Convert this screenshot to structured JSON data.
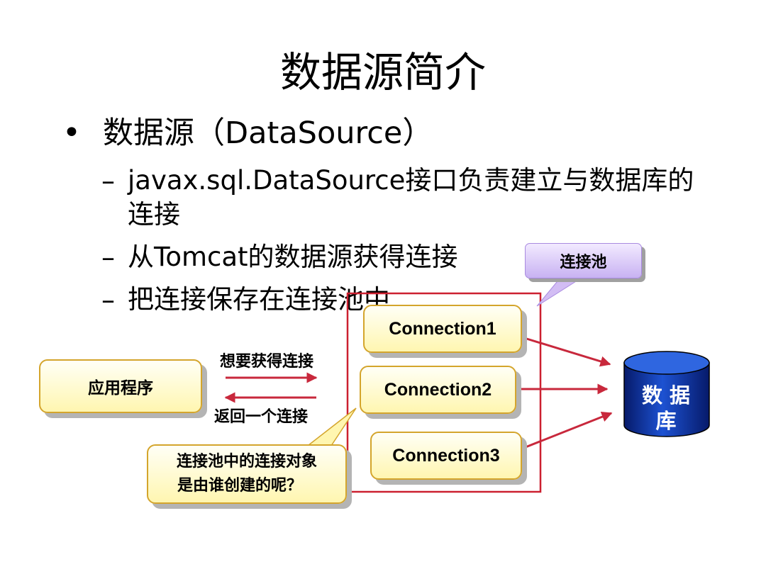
{
  "slide": {
    "title": "数据源简介",
    "bullet": {
      "symbol": "•",
      "text": "数据源（DataSource）"
    },
    "subbullets": {
      "dash": "–",
      "item1_line1": "javax.sql.DataSource接口负责建立与数据库的",
      "item1_line2": "连接",
      "item2": "从Tomcat的数据源获得连接",
      "item3": "把连接保存在连接池中"
    }
  },
  "diagram": {
    "app_box": "应用程序",
    "request_label": "想要获得连接",
    "return_label": "返回一个连接",
    "pool_label": "连接池",
    "connections": [
      "Connection1",
      "Connection2",
      "Connection3"
    ],
    "database_line1": "数 据",
    "database_line2": "库",
    "question_line1": "连接池中的连接对象",
    "question_line2": "是由谁创建的呢？"
  },
  "colors": {
    "arrow": "#c8283c",
    "pool_border": "#cc2030",
    "database": "#0a2e9c",
    "box_border": "#d4a52c",
    "pool_callout": "#c8b2f2"
  }
}
